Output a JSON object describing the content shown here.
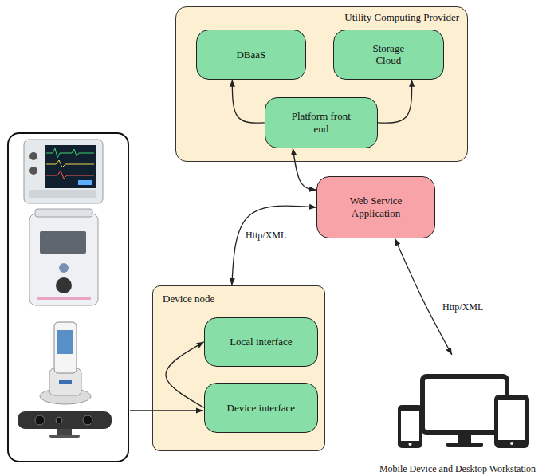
{
  "diagram": {
    "nodes": [
      {
        "text": [
          "Utility Computing Provider"
        ]
      },
      {
        "text": [
          "DBaaS"
        ],
        "in": 0
      },
      {
        "text": [
          "Storage Cloud"
        ],
        "in": 0
      },
      {
        "text": [
          "Platform front end"
        ],
        "in": 0
      },
      {
        "text": [
          "Web Service Application"
        ]
      },
      {
        "text": [
          "Device node"
        ]
      },
      {
        "text": [
          "Local interface"
        ],
        "in": 5
      },
      {
        "text": [
          "Device interface"
        ],
        "in": 5
      },
      {
        "text": [
          "Mobile Device and Desktop Workstation"
        ]
      }
    ],
    "edges": [
      {
        "from": 3,
        "to": 1,
        "arrow": "to"
      },
      {
        "from": 3,
        "to": 2,
        "arrow": "to"
      },
      {
        "from": 3,
        "to": 4,
        "arrow": "both"
      },
      {
        "from": 4,
        "to": 5,
        "label": "Http/XML",
        "arrow": "both"
      },
      {
        "from": 4,
        "to": 8,
        "label": "Http/XML",
        "arrow": "both"
      },
      {
        "from": 7,
        "to": 6,
        "arrow": "to"
      }
    ]
  }
}
